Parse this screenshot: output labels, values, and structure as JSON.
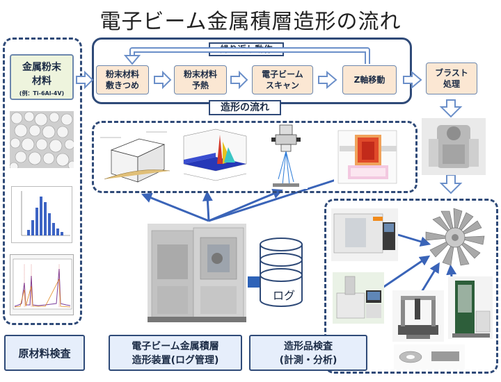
{
  "title": "電子ビーム金属積層造形の流れ",
  "loop_label": "繰り返し動作",
  "flow_label": "造形の流れ",
  "material": {
    "line1": "金属粉末",
    "line2": "材料",
    "example": "(例：Ti-6Al-4V)"
  },
  "steps": [
    {
      "line1": "粉末材料",
      "line2": "敷きつめ"
    },
    {
      "line1": "粉末材料",
      "line2": "予熱"
    },
    {
      "line1": "電子ビーム",
      "line2": "スキャン"
    },
    {
      "line1": "Z軸移動",
      "line2": ""
    }
  ],
  "post_step": {
    "line1": "ブラスト",
    "line2": "処理"
  },
  "log_label": "ログ",
  "bottom": {
    "left": "原材料検査",
    "center_line1": "電子ビーム金属積層",
    "center_line2": "造形装置(ログ管理)",
    "right_line1": "造形品検査",
    "right_line2": "(計測・分析)"
  },
  "colors": {
    "frame": "#2f4a78",
    "arrow": "#3a64b8",
    "step_fill": "#fbe7d3",
    "material_fill": "#eef4dd",
    "label_fill": "#e6eefb"
  }
}
